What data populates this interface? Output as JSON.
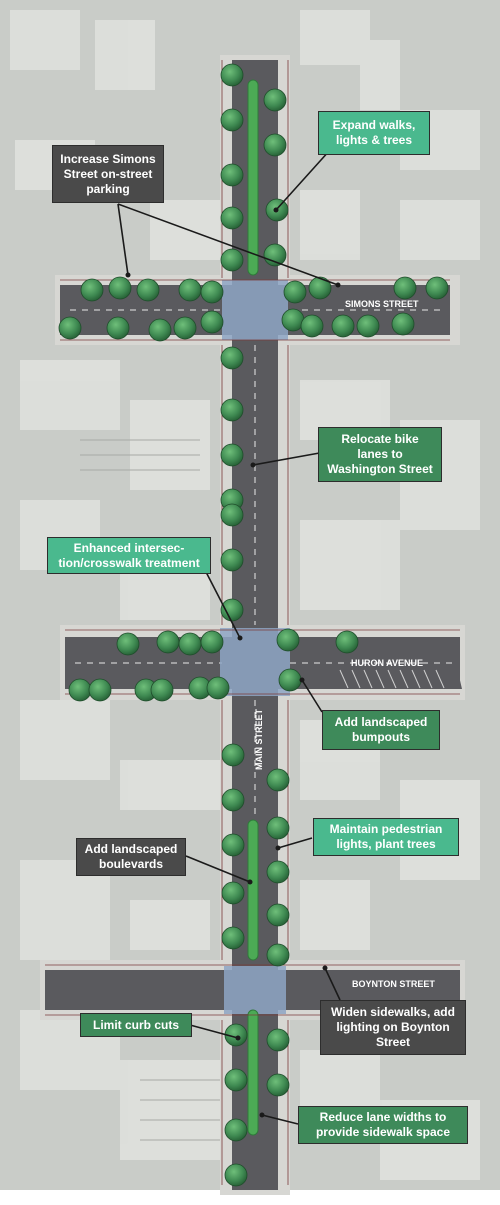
{
  "streets": {
    "simons": "SIMONS STREET",
    "huron": "HURON AVENUE",
    "main": "MAIN STREET",
    "boynton": "BOYNTON STREET"
  },
  "callouts": {
    "expand_walks": "Expand walks, lights & trees",
    "simons_parking": "Increase Simons Street on-street parking",
    "bike_lanes": "Relocate bike lanes to Washington Street",
    "intersection": "Enhanced intersec- tion/crosswalk treatment",
    "bumpouts": "Add landscaped bumpouts",
    "ped_lights": "Maintain pedestrian lights, plant trees",
    "boulevards": "Add landscaped boulevards",
    "curb_cuts": "Limit curb cuts",
    "boynton_sidewalks": "Widen sidewalks, add lighting on Boynton Street",
    "lane_widths": "Reduce lane widths to provide sidewalk space"
  },
  "colors": {
    "teal_callout": "#4ab98e",
    "green_callout": "#3e8a5a",
    "dark_callout": "#4a4a4a",
    "road": "#5a5a5e",
    "crosswalk": "#8ea6c4",
    "tree": "#3f8a52",
    "median": "#4caa55"
  }
}
